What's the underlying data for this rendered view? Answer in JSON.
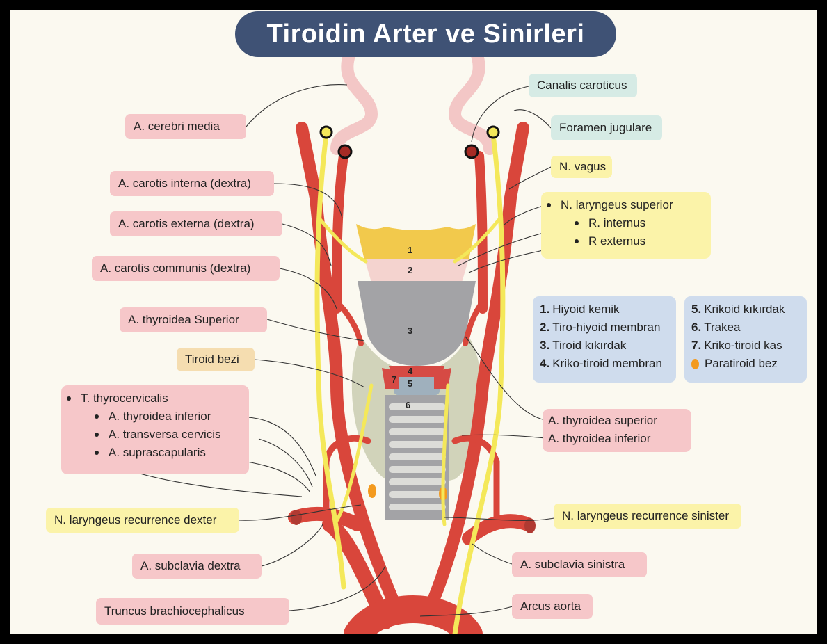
{
  "title": "Tiroidin Arter ve Sinirleri",
  "labels": {
    "cerebri_media": "A. cerebri media",
    "carotis_interna": "A. carotis interna (dextra)",
    "carotis_externa": "A. carotis externa (dextra)",
    "carotis_communis": "A. carotis communis (dextra)",
    "thyroidea_superior_right": "A. thyroidea Superior",
    "tiroid_bezi": "Tiroid bezi",
    "canalis_caroticus": "Canalis caroticus",
    "foramen_jugulare": "Foramen jugulare",
    "n_vagus": "N. vagus",
    "recurrens_dexter": "N. laryngeus recurrence dexter",
    "recurrens_sinister": "N. laryngeus recurrence sinister",
    "subclavia_dextra": "A. subclavia dextra",
    "subclavia_sinistra": "A. subclavia sinistra",
    "truncus": "Truncus brachiocephalicus",
    "arcus_aorta": "Arcus aorta"
  },
  "thyrocervical_box": {
    "items": [
      "T. thyrocervicalis",
      "A. thyroidea inferior",
      "A. transversa cervicis",
      "A. suprascapularis"
    ]
  },
  "laryngeus_box": {
    "items": [
      "N. laryngeus superior",
      "R. internus",
      "R externus"
    ]
  },
  "left_thyroid_box": {
    "items": [
      "A. thyroidea superior",
      "A. thyroidea inferior"
    ]
  },
  "legend_left": [
    {
      "num": "1.",
      "text": "Hiyoid kemik"
    },
    {
      "num": "2.",
      "text": "Tiro-hiyoid membran"
    },
    {
      "num": "3.",
      "text": "Tiroid kıkırdak"
    },
    {
      "num": "4.",
      "text": "Kriko-tiroid membran"
    }
  ],
  "legend_right": [
    {
      "num": "5.",
      "text": "Krikoid kıkırdak"
    },
    {
      "num": "6.",
      "text": "Trakea"
    },
    {
      "num": "7.",
      "text": "Kriko-tiroid kas"
    },
    {
      "num": "",
      "text": "Paratiroid bez"
    }
  ],
  "diagram_digits": [
    "1",
    "2",
    "3",
    "4",
    "5",
    "6",
    "7"
  ],
  "colors": {
    "title_bg": "#3f5275",
    "artery": "#d9463b",
    "nerve": "#f4e85a",
    "label_pink": "#f6c7c9",
    "label_yellow": "#fbf3a9",
    "label_teal": "#d6ebe5",
    "legend_blue": "#cfdced",
    "paratiroid": "#f39a1e"
  }
}
